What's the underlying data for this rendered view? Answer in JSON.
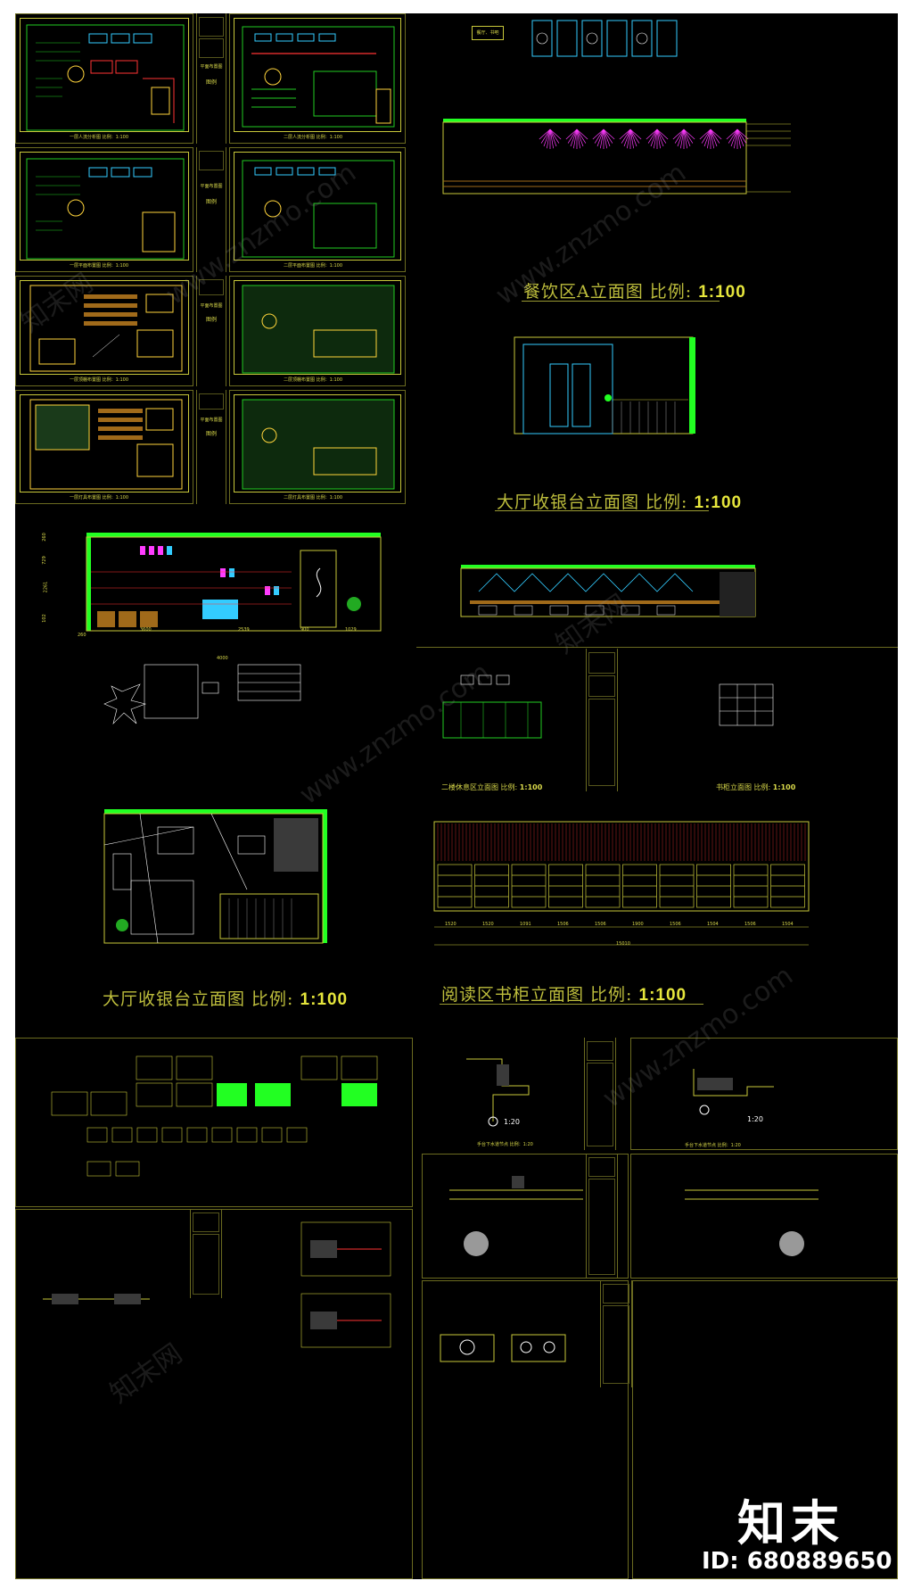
{
  "sheet": {
    "plans": {
      "p1_caption": "一层人流分析图 比例：1:100",
      "p2_caption": "二层人流分析图 比例：1:100",
      "p3_caption": "一层平面布置图 比例：1:100",
      "p4_caption": "二层平面布置图 比例：1:100",
      "p5_caption": "一层顶棚布置图 比例：1:100",
      "p6_caption": "二层顶棚布置图 比例：1:100",
      "p7_caption": "一层灯具布置图 比例：1:100",
      "p8_caption": "二层灯具布置图 比例：1:100",
      "legend_title": "图例",
      "legend_sub": "平面布置图"
    },
    "elevation_dining": {
      "tag": "餐厅、书吧",
      "title_text": "餐饮区A立面图 比例:",
      "title_scale": "1:100"
    },
    "elevation_cashier_right": {
      "title_text": "大厅收银台立面图 比例:",
      "title_scale": "1:100"
    },
    "elevation_bookshelf_left": {
      "dims_left": [
        "260",
        "729",
        "2261",
        "102"
      ],
      "dims_bottom": [
        "3600",
        "2539",
        "900",
        "1029"
      ],
      "dim_edge": "260",
      "plan_dim": "4000"
    },
    "elevation_cashier_left": {
      "title_text": "大厅收银台立面图 比例:",
      "title_scale": "1:100"
    },
    "rest_area": {
      "caption": "二楼休息区立面图 比例:",
      "scale": "1:100"
    },
    "cabinet": {
      "caption": "书柜立面图 比例:",
      "scale": "1:100"
    },
    "reading_area": {
      "title_text": "阅读区书柜立面图 比例:",
      "title_scale": "1:100",
      "dims": [
        "1520",
        "1520",
        "1091",
        "1506",
        "1506",
        "1900",
        "1506",
        "1504",
        "1506",
        "1504"
      ],
      "total": "15010"
    },
    "details": {
      "node1_caption": "手台下水道节点 比例：1:20",
      "node1_tag": "1:20",
      "node2_caption": "手台下水道节点 比例：1:20",
      "node2_tag": "1:20"
    },
    "watermarks": [
      "www.znzmo.com",
      "知末网",
      "www.znzmo.com",
      "知末网",
      "www.znzmo.com",
      "www.znzmo.com",
      "知末网"
    ],
    "brand": {
      "logo": "知末",
      "id_text": "ID: 680889650"
    }
  },
  "colors": {
    "line_yellow": "#c8c83a",
    "neon_green": "#22ff22",
    "magenta": "#ff3cff",
    "cyan": "#33ccff",
    "red": "#ff3333",
    "background": "#000000"
  }
}
